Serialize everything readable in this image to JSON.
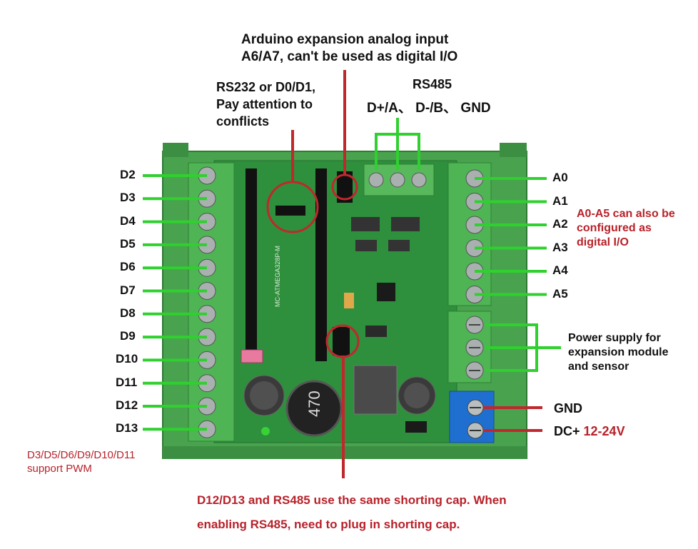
{
  "annotations": {
    "analog_input": [
      "Arduino expansion analog input",
      "A6/A7, can't be used as digital I/O"
    ],
    "rs232": [
      "RS232 or D0/D1,",
      "Pay attention to",
      "conflicts"
    ],
    "rs485_title": "RS485",
    "rs485_pins": "D+/A、 D-/B、 GND",
    "analog_digital": [
      "A0-A5 can also be",
      "configured as",
      "digital I/O"
    ],
    "power_supply": [
      "Power supply for",
      "expansion module",
      "and sensor"
    ],
    "pwm": [
      "D3/D5/D6/D9/D10/D11",
      "support PWM"
    ],
    "shorting_cap": [
      "D12/D13 and RS485 use the same shorting cap.  When",
      "enabling RS485, need to plug in shorting cap."
    ],
    "gnd": "GND",
    "dc_prefix": "DC+",
    "dc_voltage": "12-24V"
  },
  "left_pins": [
    "D2",
    "D3",
    "D4",
    "D5",
    "D6",
    "D7",
    "D8",
    "D9",
    "D10",
    "D11",
    "D12",
    "D13"
  ],
  "right_pins": [
    "A0",
    "A1",
    "A2",
    "A3",
    "A4",
    "A5"
  ],
  "board": {
    "chip_label": "MC-ATMEGA328P-M",
    "inductor_label": "470",
    "colors": {
      "board": "#3f9a45",
      "terminal": "#4caf50",
      "screw": "#9aa0a0",
      "line": "#2fd02f",
      "red": "#c0282d",
      "blue": "#1f6fd0"
    }
  }
}
